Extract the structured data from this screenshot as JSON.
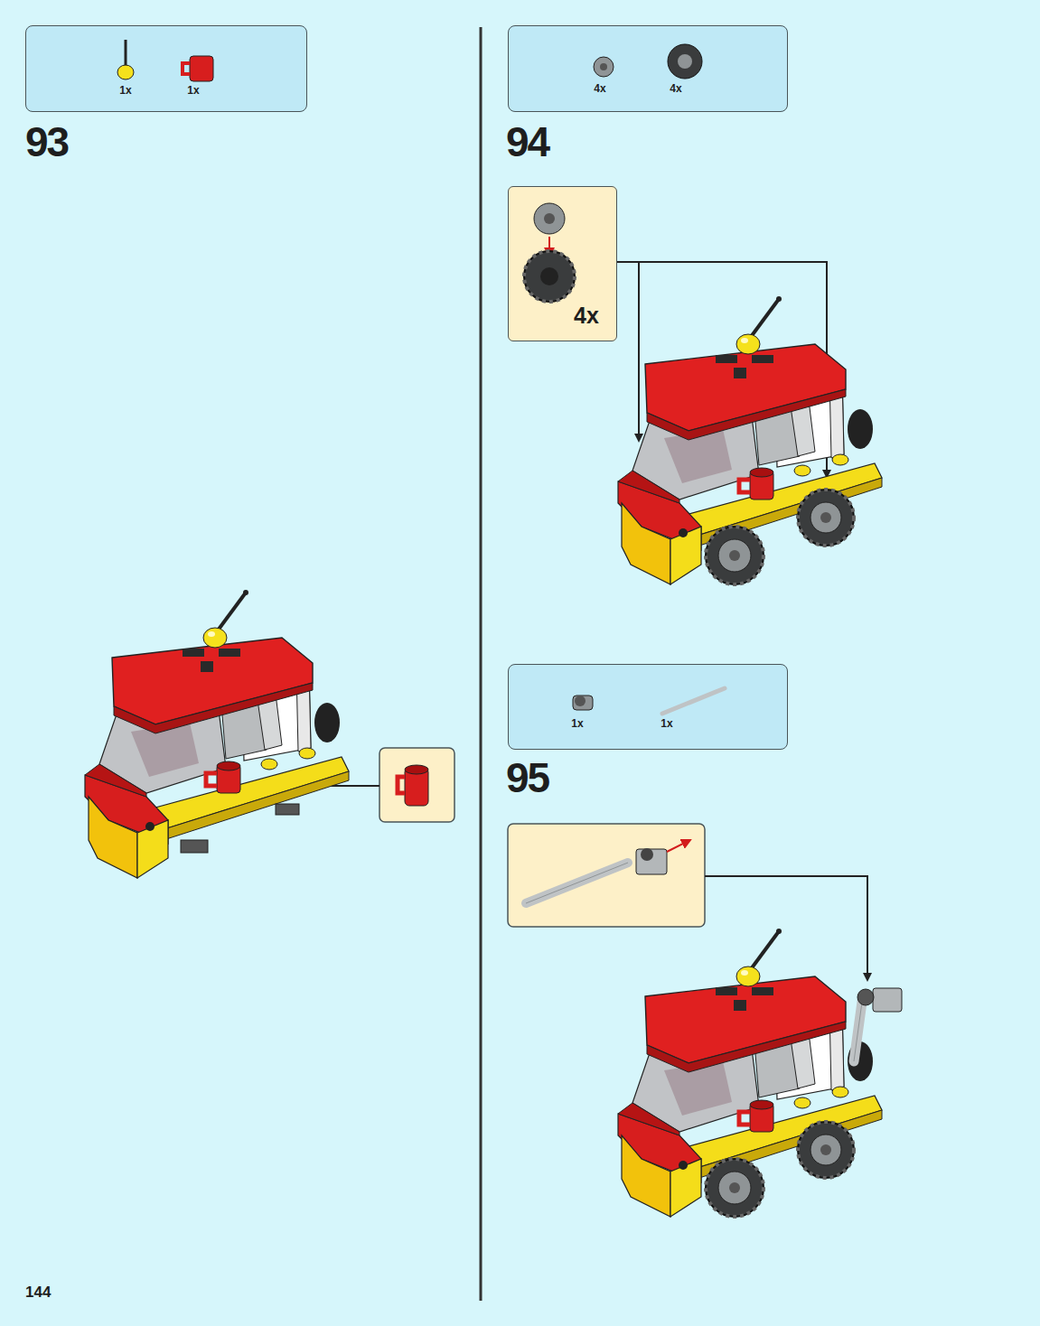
{
  "diagram": {
    "nodes": [
      {
        "text": [
          "1x",
          "1x"
        ]
      },
      {
        "text": [
          "4x",
          "4x"
        ]
      },
      {
        "text": [
          "4x"
        ]
      },
      {
        "text": [
          "1x",
          "1x"
        ]
      }
    ],
    "labels": [
      "93",
      "94",
      "95",
      "144"
    ]
  }
}
